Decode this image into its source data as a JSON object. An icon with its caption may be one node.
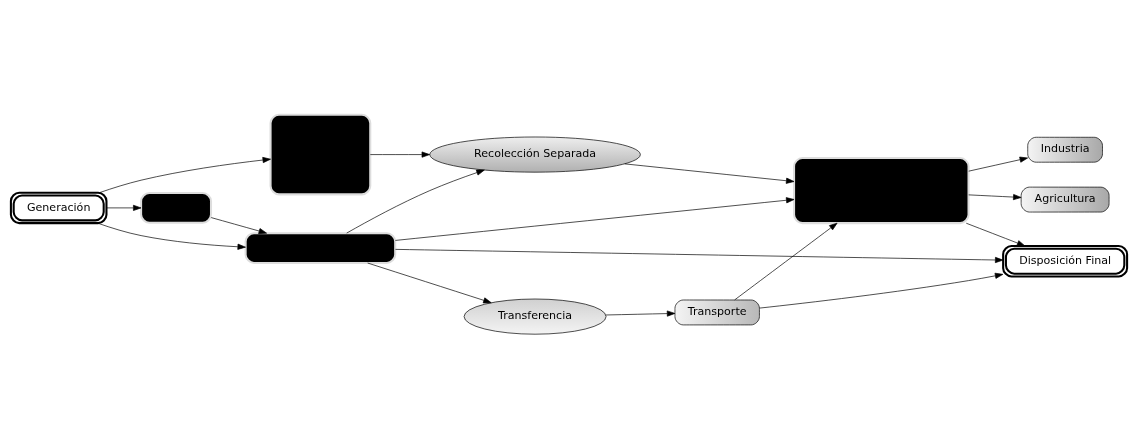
{
  "diagram": {
    "nodes": [
      {
        "text": [],
        "shape": "box"
      },
      {
        "text": [
          "Transferencia"
        ]
      },
      {
        "text": [
          "Transporte"
        ]
      },
      {
        "text": [
          "Generación"
        ]
      },
      {
        "text": [],
        "shape": "box"
      },
      {
        "text": [
          "Disposición Final"
        ]
      },
      {
        "text": [],
        "shape": "box"
      },
      {
        "text": [
          "Recolección Separada"
        ]
      },
      {
        "text": [],
        "shape": "box"
      },
      {
        "text": [
          "Agricultura"
        ]
      },
      {
        "text": [
          "Industria"
        ]
      }
    ],
    "edges": [
      {
        "from": 3,
        "to": 0,
        "arrow": "to"
      },
      {
        "from": 0,
        "to": 4,
        "arrow": "to"
      },
      {
        "from": 3,
        "to": 4,
        "arrow": "to"
      },
      {
        "from": 4,
        "to": 1,
        "arrow": "to"
      },
      {
        "from": 1,
        "to": 2,
        "arrow": "to"
      },
      {
        "from": 2,
        "to": 5,
        "arrow": "to"
      },
      {
        "from": 4,
        "to": 5,
        "arrow": "to"
      },
      {
        "from": 3,
        "to": 6,
        "arrow": "to"
      },
      {
        "from": 4,
        "to": 7,
        "arrow": "to"
      },
      {
        "from": 4,
        "to": 8,
        "arrow": "to"
      },
      {
        "from": 2,
        "to": 8,
        "arrow": "to"
      },
      {
        "from": 8,
        "to": 5,
        "arrow": "to"
      },
      {
        "from": 6,
        "to": 7,
        "arrow": "to"
      },
      {
        "from": 7,
        "to": 8,
        "arrow": "to"
      },
      {
        "from": 8,
        "to": 9,
        "arrow": "to"
      },
      {
        "from": 8,
        "to": 10,
        "arrow": "to"
      }
    ]
  }
}
